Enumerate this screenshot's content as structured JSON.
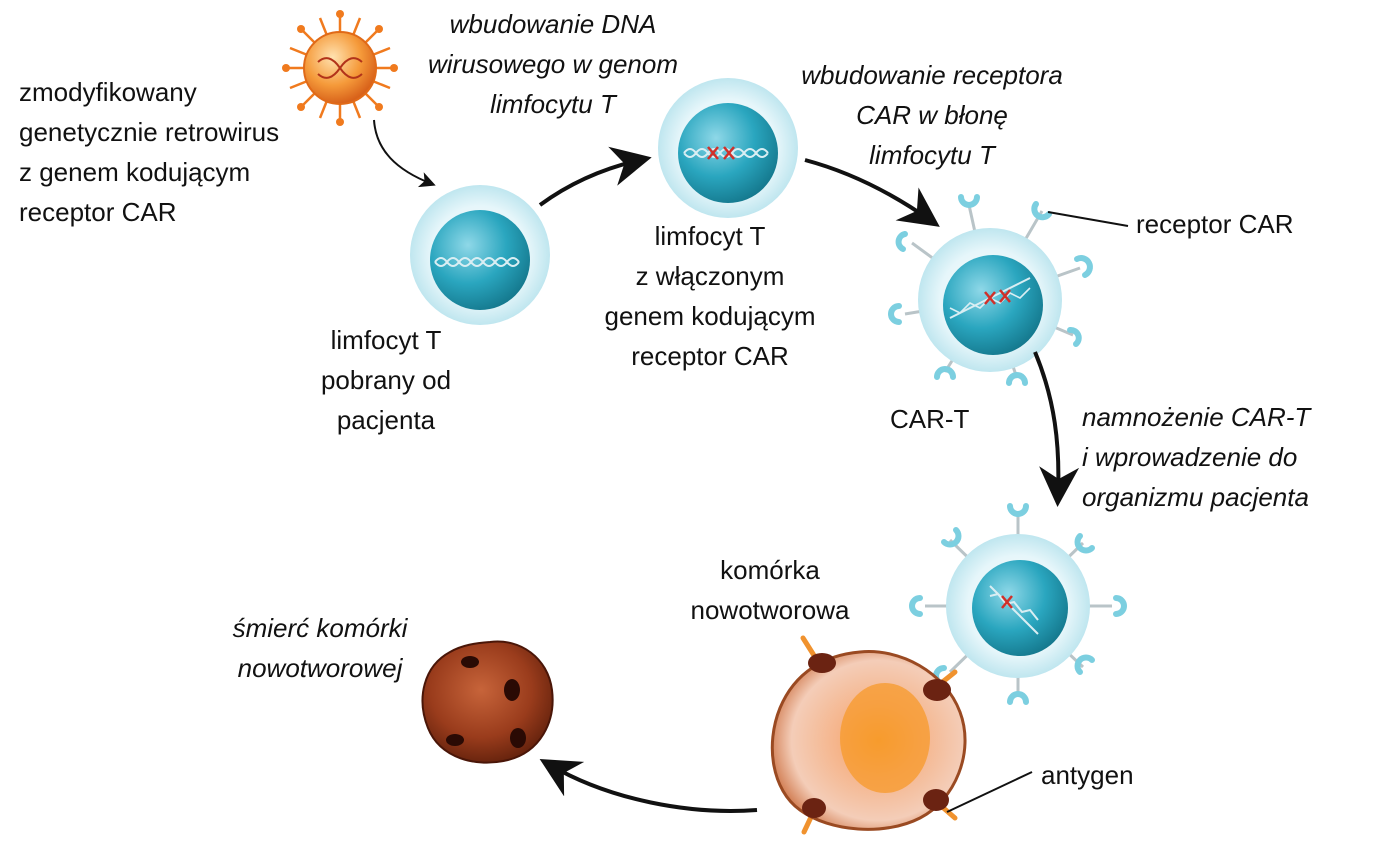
{
  "labels": {
    "retrovirus": [
      "zmodyfikowany",
      "genetycznie retrowirus",
      "z genem kodującym",
      "receptor CAR"
    ],
    "integration": [
      "wbudowanie DNA",
      "wirusowego w genom",
      "limfocytu T"
    ],
    "patient_t_cell": [
      "limfocyt T",
      "pobrany od",
      "pacjenta"
    ],
    "t_cell_with_gene": [
      "limfocyt T",
      "z włączonym",
      "genem kodującym",
      "receptor CAR"
    ],
    "receptor_integration": [
      "wbudowanie receptora",
      "CAR w błonę",
      "limfocytu T"
    ],
    "receptor_car": "receptor CAR",
    "car_t": "CAR-T",
    "expansion": [
      "namnożenie CAR-T",
      "i wprowadzenie do",
      "organizmu pacjenta"
    ],
    "tumor_cell": [
      "komórka",
      "nowotworowa"
    ],
    "antigen": "antygen",
    "tumor_death": [
      "śmierć komórki",
      "nowotworowej"
    ]
  },
  "colors": {
    "cell_halo": "#d8f0f6",
    "nucleus": "#2aa6bf",
    "receptor": "#7ccfe0",
    "virus": "#f07a1e",
    "tumor": "#e98a3c",
    "dead_cell": "#7a2e14",
    "arrow": "#111111"
  }
}
